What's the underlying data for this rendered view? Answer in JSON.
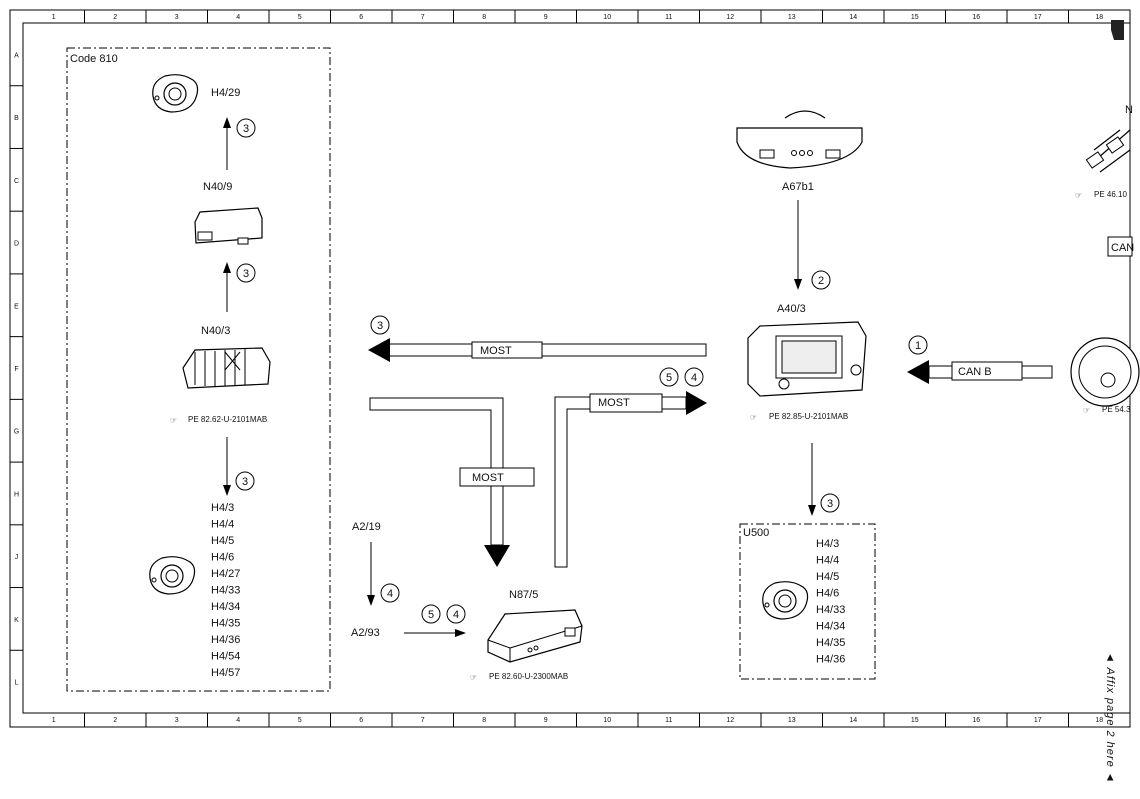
{
  "grid": {
    "columns": [
      "1",
      "2",
      "3",
      "4",
      "5",
      "6",
      "7",
      "8",
      "9",
      "10",
      "11",
      "12",
      "13",
      "14",
      "15",
      "16",
      "17",
      "18"
    ],
    "rows": [
      "A",
      "B",
      "C",
      "D",
      "E",
      "F",
      "G",
      "H",
      "J",
      "K",
      "L"
    ]
  },
  "code_box": {
    "label": "Code 810"
  },
  "components": {
    "h4_29": "H4/29",
    "n40_9": "N40/9",
    "n40_3": "N40/3",
    "n40_3_ref": "PE 82.62-U-2101MAB",
    "speaker_list_left": [
      "H4/3",
      "H4/4",
      "H4/5",
      "H4/6",
      "H4/27",
      "H4/33",
      "H4/34",
      "H4/35",
      "H4/36",
      "H4/54",
      "H4/57"
    ],
    "a2_19": "A2/19",
    "a2_93": "A2/93",
    "n87_5": "N87/5",
    "n87_5_ref": "PE 82.60-U-2300MAB",
    "a67b1": "A67b1",
    "a40_3": "A40/3",
    "a40_3_ref": "PE 82.85-U-2101MAB",
    "u500": "U500",
    "speaker_list_right": [
      "H4/3",
      "H4/4",
      "H4/5",
      "H4/6",
      "H4/33",
      "H4/34",
      "H4/35",
      "H4/36"
    ],
    "right_ref_top": "PE 46.10",
    "right_ref_bottom": "PE 54.3",
    "right_partial_label": "N",
    "right_can_box": "CAN"
  },
  "bus_labels": {
    "most_left": "MOST",
    "most_center": "MOST",
    "most_right": "MOST",
    "can_b": "CAN B"
  },
  "callouts": {
    "c1": "3",
    "c2": "3",
    "c3": "3",
    "c4": "3",
    "c5a": "5",
    "c5b": "4",
    "c6": "2",
    "c7": "1",
    "c8": "3",
    "c9": "4",
    "c10a": "5",
    "c10b": "4"
  },
  "side_note": "◄ Affix page 2 here ◄"
}
